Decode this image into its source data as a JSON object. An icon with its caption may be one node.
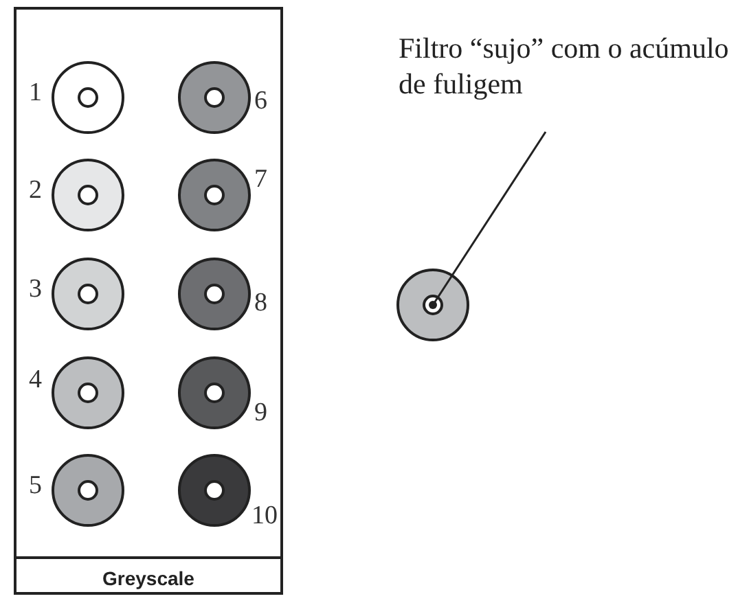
{
  "diagram": {
    "nodes": [
      {
        "text": [
          "Greyscale"
        ]
      },
      {
        "text": [],
        "shape": "circle",
        "in": 0,
        "beside": [
          "1"
        ]
      },
      {
        "text": [],
        "shape": "circle",
        "in": 0,
        "beside": [
          "2"
        ]
      },
      {
        "text": [],
        "shape": "circle",
        "in": 0,
        "beside": [
          "3"
        ]
      },
      {
        "text": [],
        "shape": "circle",
        "in": 0,
        "beside": [
          "4"
        ]
      },
      {
        "text": [],
        "shape": "circle",
        "in": 0,
        "beside": [
          "5"
        ]
      },
      {
        "text": [],
        "shape": "circle",
        "in": 0,
        "beside": [
          "6"
        ]
      },
      {
        "text": [],
        "shape": "circle",
        "in": 0,
        "beside": [
          "7"
        ]
      },
      {
        "text": [],
        "shape": "circle",
        "in": 0,
        "beside": [
          "8"
        ]
      },
      {
        "text": [],
        "shape": "circle",
        "in": 0,
        "beside": [
          "9"
        ]
      },
      {
        "text": [],
        "shape": "circle",
        "in": 0,
        "beside": [
          "10"
        ]
      },
      {
        "text": [
          "Filtro “sujo” com o acúmulo de fuligem"
        ]
      },
      {
        "text": [],
        "shape": "circle"
      }
    ],
    "edges": [
      {
        "from": 11,
        "to": 12,
        "arrow": "none"
      }
    ]
  }
}
